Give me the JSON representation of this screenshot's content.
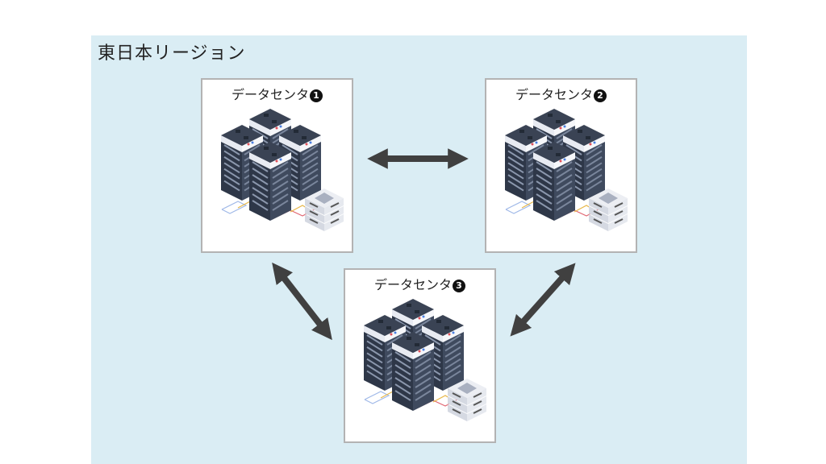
{
  "region": {
    "title": "東日本リージョン",
    "background": "#daedf4"
  },
  "datacenters": [
    {
      "label": "データセンタ",
      "number": "1",
      "icon": "server-racks-icon"
    },
    {
      "label": "データセンタ",
      "number": "2",
      "icon": "server-racks-icon"
    },
    {
      "label": "データセンタ",
      "number": "3",
      "icon": "server-racks-icon"
    }
  ],
  "connections": [
    {
      "from": "データセンタ1",
      "to": "データセンタ2",
      "type": "bidirectional"
    },
    {
      "from": "データセンタ1",
      "to": "データセンタ3",
      "type": "bidirectional"
    },
    {
      "from": "データセンタ2",
      "to": "データセンタ3",
      "type": "bidirectional"
    }
  ],
  "colors": {
    "arrow": "#404040",
    "box_border": "#b3b3b3",
    "rack_top": "#3a4354",
    "rack_body": "#2e3748"
  }
}
